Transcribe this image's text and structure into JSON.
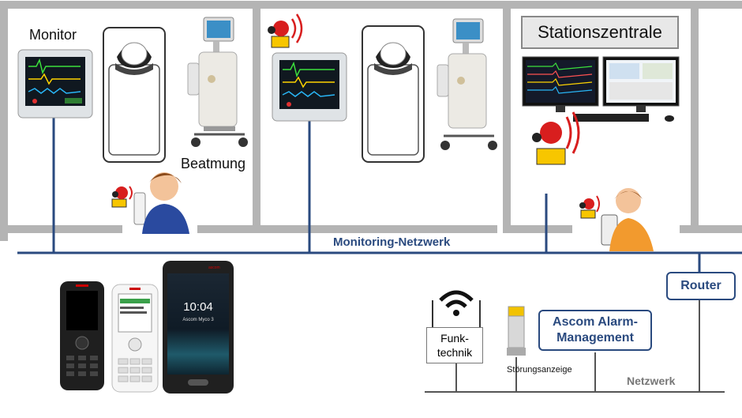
{
  "labels": {
    "monitor": "Monitor",
    "beatmung": "Beatmung",
    "stationszentrale": "Stationszentrale",
    "monitoring_netzwerk": "Monitoring-Netzwerk",
    "router": "Router",
    "ascom_line1": "Ascom Alarm-",
    "ascom_line2": "Management",
    "funk_line1": "Funk-",
    "funk_line2": "technik",
    "stoerungsanzeige": "Störungsanzeige",
    "netzwerk": "Netzwerk"
  },
  "phone": {
    "time": "10:04",
    "model": "Ascom Myco 3",
    "brand": "ascom"
  },
  "colors": {
    "network_line": "#2a4a7f",
    "wall": "#b4b4b4",
    "alarm_red": "#d81e1e",
    "alarm_yellow": "#f7c600"
  }
}
